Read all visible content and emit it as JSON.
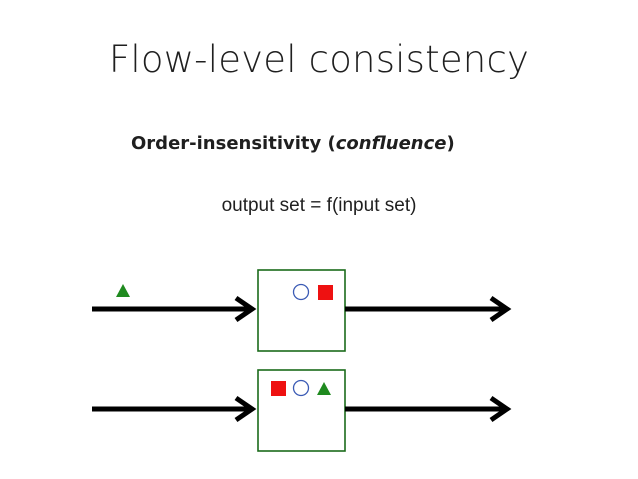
{
  "slide": {
    "title": "Flow-level consistency",
    "subtitle_prefix": "Order-insensitivity (",
    "subtitle_emphasis": "confluence",
    "subtitle_suffix": ")",
    "formula": "output set = f(input set)"
  },
  "colors": {
    "arrow": "#000000",
    "box_border": "#1a6b1a",
    "triangle": "#1f8a1f",
    "square": "#ee1111",
    "circle_border": "#3b5bb5"
  },
  "diagram": {
    "rows": [
      {
        "name": "top-flow",
        "input_tokens": [
          "triangle"
        ],
        "box_tokens": [
          "circle",
          "square"
        ]
      },
      {
        "name": "bottom-flow",
        "input_tokens": [],
        "box_tokens": [
          "square",
          "circle",
          "triangle"
        ]
      }
    ]
  }
}
